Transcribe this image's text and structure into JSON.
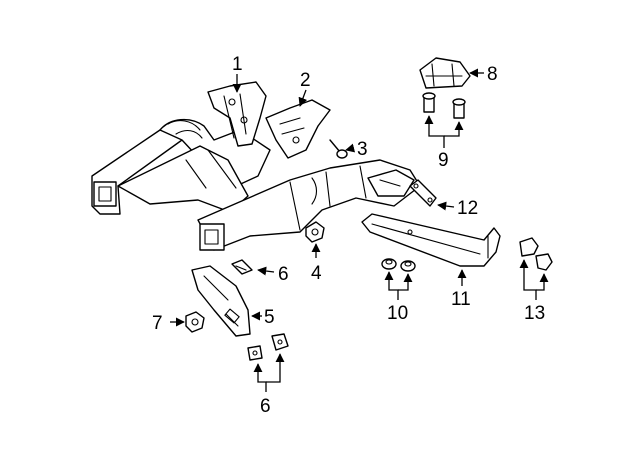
{
  "callouts": [
    {
      "id": "1",
      "text": "1"
    },
    {
      "id": "2",
      "text": "2"
    },
    {
      "id": "3",
      "text": "3"
    },
    {
      "id": "4",
      "text": "4"
    },
    {
      "id": "5",
      "text": "5"
    },
    {
      "id": "6a",
      "text": "6"
    },
    {
      "id": "6b",
      "text": "6"
    },
    {
      "id": "7",
      "text": "7"
    },
    {
      "id": "8",
      "text": "8"
    },
    {
      "id": "9",
      "text": "9"
    },
    {
      "id": "10",
      "text": "10"
    },
    {
      "id": "11",
      "text": "11"
    },
    {
      "id": "12",
      "text": "12"
    },
    {
      "id": "13",
      "text": "13"
    }
  ]
}
